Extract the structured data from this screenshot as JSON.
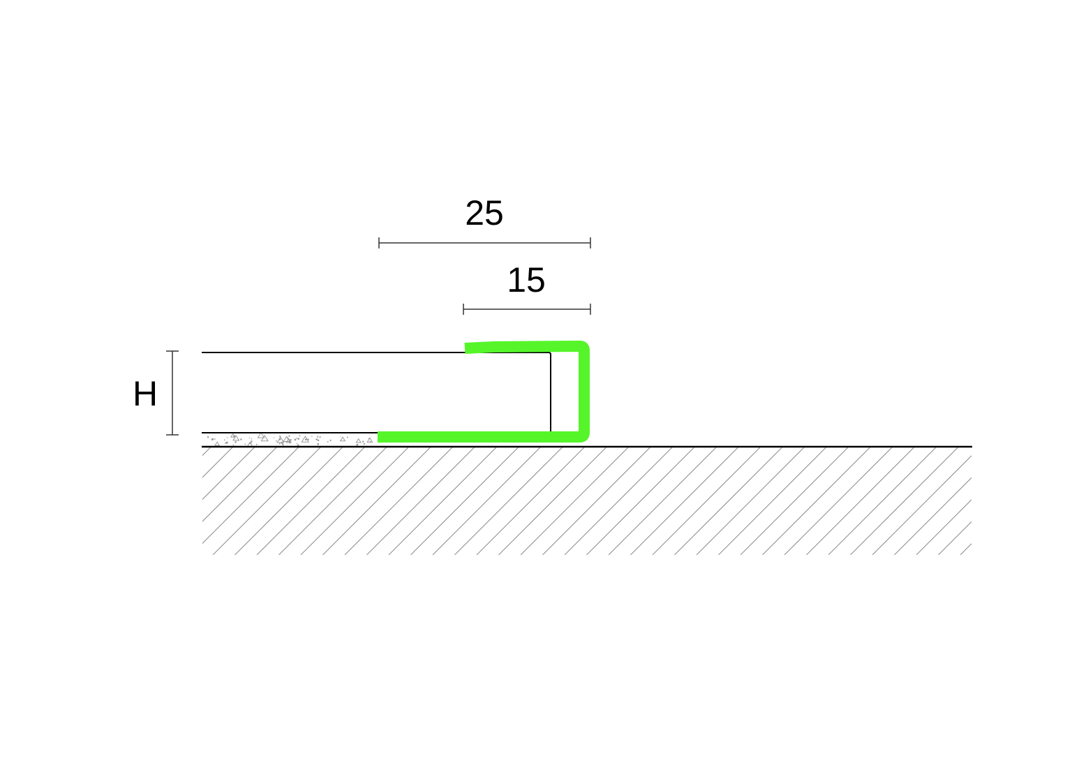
{
  "dimensions": {
    "width_total_label": "25",
    "width_visible_label": "15",
    "height_label": "H"
  },
  "colors": {
    "profile": "#55f52a",
    "line": "#000000",
    "dimension_line": "#333333",
    "hatch": "#8a8a8a",
    "adhesive_speck": "#9a9a9a",
    "background": "#ffffff"
  }
}
